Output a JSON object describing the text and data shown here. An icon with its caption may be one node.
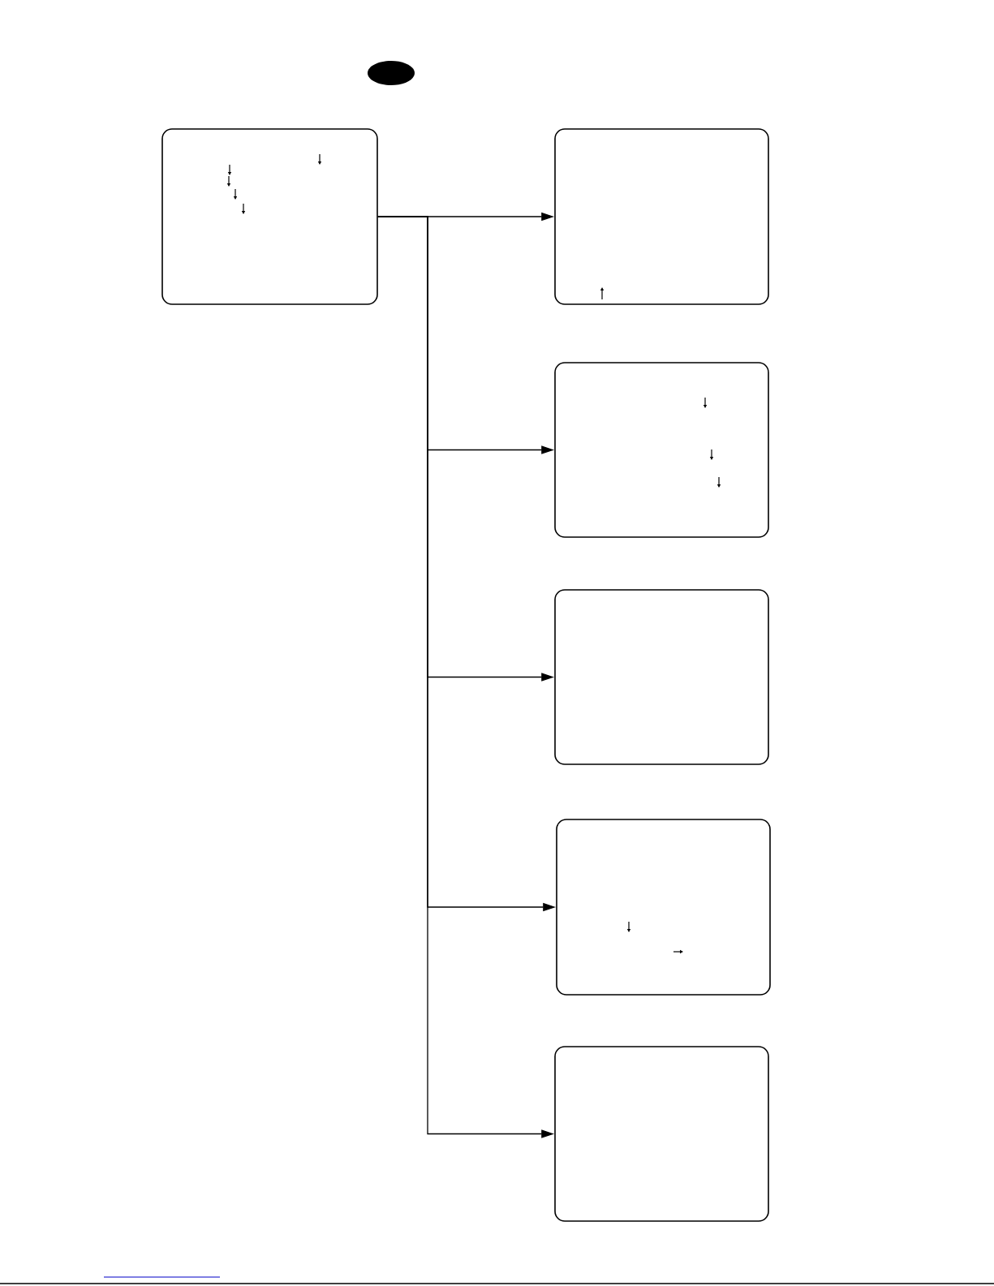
{
  "diagram": {
    "nodes": [
      {
        "text": [],
        "shape": "box"
      },
      {
        "text": [],
        "shape": "box"
      },
      {
        "text": [],
        "shape": "box"
      },
      {
        "text": [],
        "shape": "box"
      },
      {
        "text": [],
        "shape": "box"
      },
      {
        "text": [],
        "shape": "box"
      }
    ],
    "edges": [
      {
        "from": 0,
        "to": 1,
        "arrow": "to"
      },
      {
        "from": 0,
        "to": 2,
        "arrow": "to"
      },
      {
        "from": 0,
        "to": 3,
        "arrow": "to"
      },
      {
        "from": 0,
        "to": 4,
        "arrow": "to"
      },
      {
        "from": 0,
        "to": 5,
        "arrow": "to"
      }
    ]
  }
}
